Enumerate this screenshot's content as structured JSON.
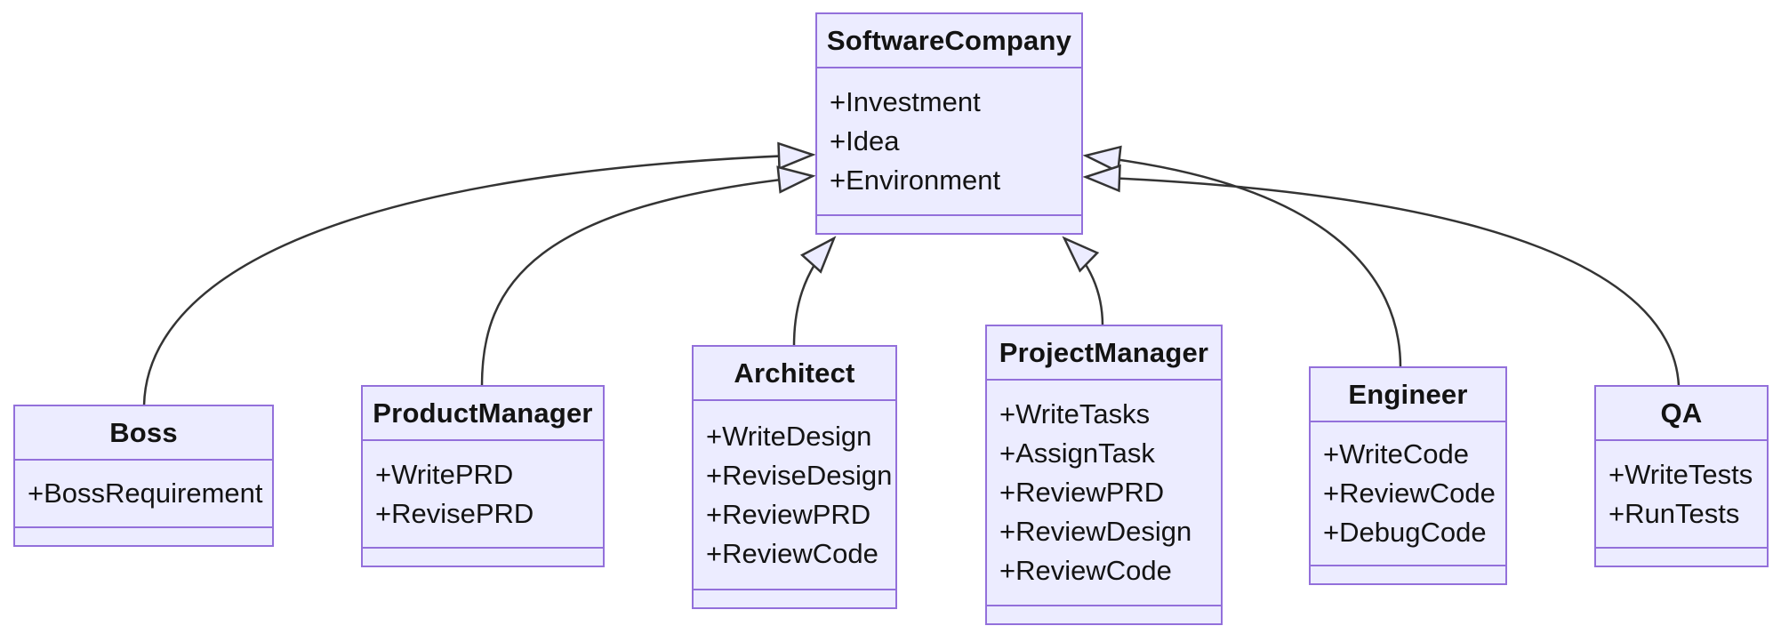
{
  "diagram": {
    "kind": "uml-class-diagram",
    "colors": {
      "class_fill": "#ECECFF",
      "class_border": "#9370DB",
      "edge_color": "#343434",
      "text_color": "#131313",
      "background": "#ffffff"
    },
    "classes": [
      {
        "name": "SoftwareCompany",
        "members": [
          "+Investment",
          "+Idea",
          "+Environment"
        ]
      },
      {
        "name": "Boss",
        "members": [
          "+BossRequirement"
        ]
      },
      {
        "name": "ProductManager",
        "members": [
          "+WritePRD",
          "+RevisePRD"
        ]
      },
      {
        "name": "Architect",
        "members": [
          "+WriteDesign",
          "+ReviseDesign",
          "+ReviewPRD",
          "+ReviewCode"
        ]
      },
      {
        "name": "ProjectManager",
        "members": [
          "+WriteTasks",
          "+AssignTask",
          "+ReviewPRD",
          "+ReviewDesign",
          "+ReviewCode"
        ]
      },
      {
        "name": "Engineer",
        "members": [
          "+WriteCode",
          "+ReviewCode",
          "+DebugCode"
        ]
      },
      {
        "name": "QA",
        "members": [
          "+WriteTests",
          "+RunTests"
        ]
      }
    ],
    "relations": [
      {
        "from": "Boss",
        "to": "SoftwareCompany",
        "type": "inheritance"
      },
      {
        "from": "ProductManager",
        "to": "SoftwareCompany",
        "type": "inheritance"
      },
      {
        "from": "Architect",
        "to": "SoftwareCompany",
        "type": "inheritance"
      },
      {
        "from": "ProjectManager",
        "to": "SoftwareCompany",
        "type": "inheritance"
      },
      {
        "from": "Engineer",
        "to": "SoftwareCompany",
        "type": "inheritance"
      },
      {
        "from": "QA",
        "to": "SoftwareCompany",
        "type": "inheritance"
      }
    ]
  }
}
